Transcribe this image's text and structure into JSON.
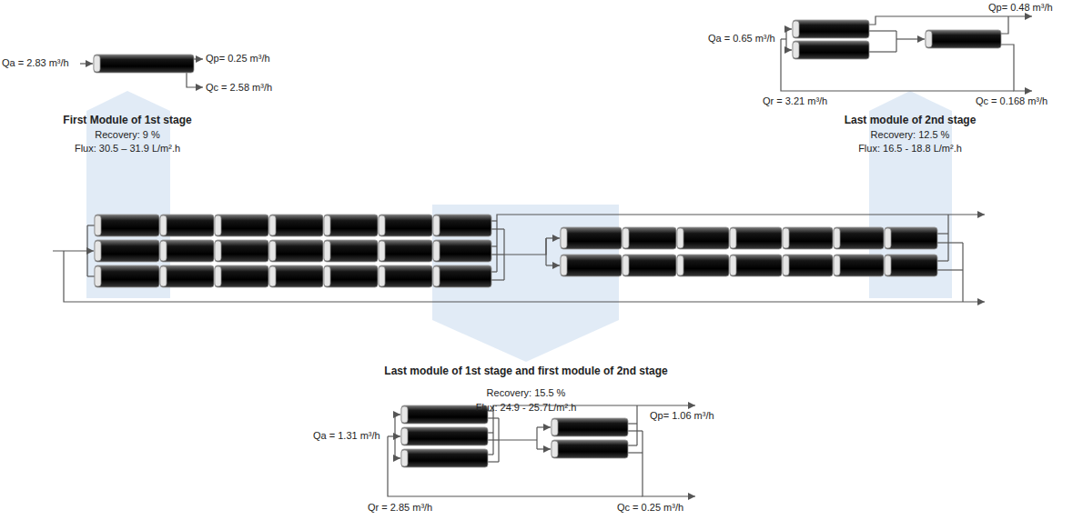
{
  "diagram": {
    "labels": [
      "Qa = 2.83 m³/h",
      "Qp= 0.25 m³/h",
      "Qc = 2.58 m³/h",
      "First Module of 1st stage",
      "Recovery: 9 %",
      "Flux: 30.5 – 31.9  L/m².h",
      "Qa = 0.65 m³/h",
      "Qp= 0.48 m³/h",
      "Qr = 3.21 m³/h",
      "Qc = 0.168 m³/h",
      "Last module of 2nd stage",
      "Recovery: 12.5 %",
      "Flux: 16.5 - 18.8 L/m².h",
      "Last module of 1st stage and first module of 2nd stage",
      "Recovery: 15.5 %",
      "Flux: 24.9 - 25.7L/m².h",
      "Qa = 1.31 m³/h",
      "Qp= 1.06 m³/h",
      "Qr = 2.85 m³/h",
      "Qc = 0.25 m³/h"
    ]
  }
}
